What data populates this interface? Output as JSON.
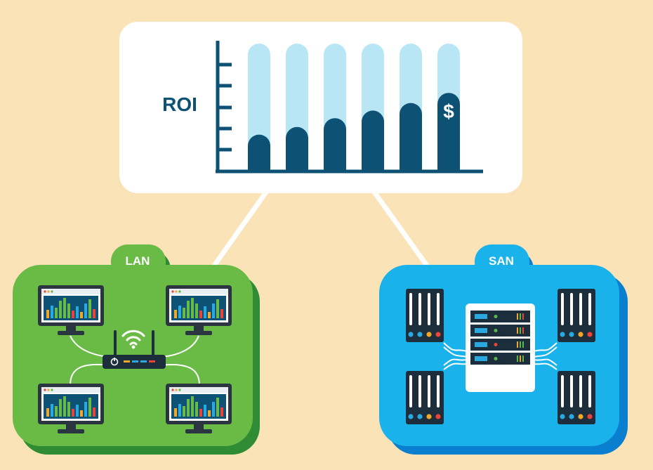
{
  "roi_card": {
    "label": "ROI",
    "currency_symbol": "$",
    "bars": [
      {
        "level": 0.28
      },
      {
        "level": 0.34
      },
      {
        "level": 0.41
      },
      {
        "level": 0.47
      },
      {
        "level": 0.53
      },
      {
        "level": 0.61
      }
    ],
    "colors": {
      "track": "#b8e6f5",
      "fill": "#0d5275",
      "axis": "#0d5275"
    }
  },
  "lan": {
    "label": "LAN",
    "colors": {
      "body": "#6abb46",
      "shadow": "#2f8c35",
      "tab_text": "#ffffff"
    },
    "devices": [
      "monitor-icon",
      "monitor-icon",
      "monitor-icon",
      "monitor-icon",
      "wifi-router-icon"
    ]
  },
  "san": {
    "label": "SAN",
    "colors": {
      "body": "#19b2ea",
      "shadow": "#0a7fcf",
      "tab_text": "#ffffff"
    },
    "devices": [
      "server-rack-icon",
      "server-rack-icon",
      "server-rack-icon",
      "server-rack-icon",
      "storage-server-icon"
    ]
  }
}
